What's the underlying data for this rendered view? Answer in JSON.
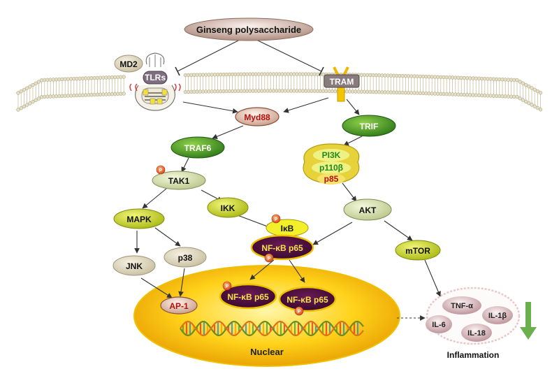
{
  "nodes": {
    "ginseng": "Ginseng polysaccharide",
    "md2": "MD2",
    "tlrs": "TLRs",
    "tram": "TRAM",
    "myd88": "Myd88",
    "trif": "TRIF",
    "traf6": "TRAF6",
    "pi3k": "PI3K",
    "p110b": "p110β",
    "p85": "p85",
    "tak1": "TAK1",
    "ikk": "IKK",
    "mapk": "MAPK",
    "akt": "AKT",
    "ikb": "IκB",
    "nfkb_p65": "NF-κB p65",
    "nfkb_p65_nuc1": "NF-κB p65",
    "nfkb_p65_nuc2": "NF-κB p65",
    "mtor": "mTOR",
    "jnk": "JNK",
    "p38": "p38",
    "ap1": "AP-1",
    "nuclear": "Nuclear",
    "tnfa": "TNF-α",
    "il1b": "IL-1β",
    "il6": "IL-6",
    "il18": "IL-18",
    "inflammation": "Inflammation"
  },
  "phospho_symbol": "P",
  "colors": {
    "green_dark": "#2f7a1a",
    "yellow_green": "#c8d820",
    "nucleus_yellow": "#f2b400",
    "nfkb_purple": "#5a1246",
    "decrease_arrow": "#6ab04c"
  }
}
